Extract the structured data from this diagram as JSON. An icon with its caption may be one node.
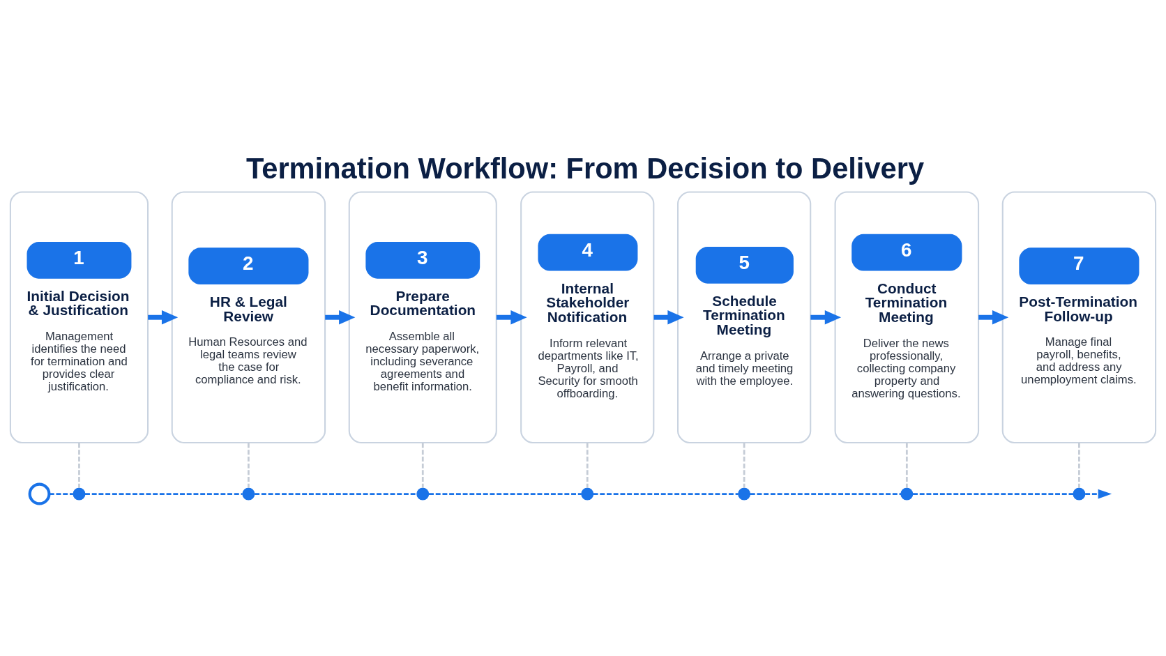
{
  "diagram": {
    "title": "Termination Workflow: From Decision to Delivery",
    "nodes": [
      {
        "text": [
          "1",
          "Initial Decision & Justification",
          "Management identifies the need for termination and provides clear justification."
        ]
      },
      {
        "text": [
          "2",
          "HR & Legal Review",
          "Human Resources and legal teams review the case for compliance and risk."
        ]
      },
      {
        "text": [
          "3",
          "Prepare Documentation",
          "Assemble all necessary paperwork, including severance agreements and benefit information."
        ]
      },
      {
        "text": [
          "4",
          "Internal Stakeholder Notification",
          "Inform relevant departments like IT, Payroll, and Security for smooth offboarding."
        ]
      },
      {
        "text": [
          "5",
          "Schedule Termination Meeting",
          "Arrange a private and timely meeting with the employee."
        ]
      },
      {
        "text": [
          "6",
          "Conduct Termination Meeting",
          "Deliver the news professionally, collecting company property and answering questions."
        ]
      },
      {
        "text": [
          "7",
          "Post-Termination Follow-up",
          "Manage final payroll, benefits, and address any unemployment claims."
        ]
      },
      {
        "text": [],
        "shape": "circle"
      },
      {
        "text": [],
        "shape": "circle"
      },
      {
        "text": [],
        "shape": "circle"
      },
      {
        "text": [],
        "shape": "circle"
      },
      {
        "text": [],
        "shape": "circle"
      },
      {
        "text": [],
        "shape": "circle"
      },
      {
        "text": [],
        "shape": "circle"
      },
      {
        "text": [],
        "shape": "circle"
      }
    ],
    "edges": [
      {
        "from": 0,
        "to": 1,
        "arrow": "to",
        "style": "thick"
      },
      {
        "from": 1,
        "to": 2,
        "arrow": "to",
        "style": "thick"
      },
      {
        "from": 2,
        "to": 3,
        "arrow": "to",
        "style": "thick"
      },
      {
        "from": 3,
        "to": 4,
        "arrow": "to",
        "style": "thick"
      },
      {
        "from": 4,
        "to": 5,
        "arrow": "to",
        "style": "thick"
      },
      {
        "from": 5,
        "to": 6,
        "arrow": "to",
        "style": "thick"
      },
      {
        "from": 0,
        "to": 8,
        "arrow": "none",
        "style": "dashed",
        "color": "#c5ccd6"
      },
      {
        "from": 1,
        "to": 9,
        "arrow": "none",
        "style": "dashed",
        "color": "#c5ccd6"
      },
      {
        "from": 2,
        "to": 10,
        "arrow": "none",
        "style": "dashed",
        "color": "#c5ccd6"
      },
      {
        "from": 3,
        "to": 11,
        "arrow": "none",
        "style": "dashed",
        "color": "#c5ccd6"
      },
      {
        "from": 4,
        "to": 12,
        "arrow": "none",
        "style": "dashed",
        "color": "#c5ccd6"
      },
      {
        "from": 5,
        "to": 13,
        "arrow": "none",
        "style": "dashed",
        "color": "#c5ccd6"
      },
      {
        "from": 6,
        "to": 14,
        "arrow": "none",
        "style": "dashed",
        "color": "#c5ccd6"
      },
      {
        "from": 7,
        "to": 8,
        "arrow": "none",
        "style": "dashed"
      },
      {
        "from": 8,
        "to": 9,
        "arrow": "none",
        "style": "dashed"
      },
      {
        "from": 9,
        "to": 10,
        "arrow": "none",
        "style": "dashed"
      },
      {
        "from": 10,
        "to": 11,
        "arrow": "none",
        "style": "dashed"
      },
      {
        "from": 11,
        "to": 12,
        "arrow": "none",
        "style": "dashed"
      },
      {
        "from": 12,
        "to": 13,
        "arrow": "none",
        "style": "dashed"
      },
      {
        "from": 13,
        "to": 14,
        "arrow": "none",
        "style": "dashed"
      },
      {
        "from": 14,
        "to": null,
        "arrow": "to",
        "style": "dashed"
      }
    ]
  }
}
